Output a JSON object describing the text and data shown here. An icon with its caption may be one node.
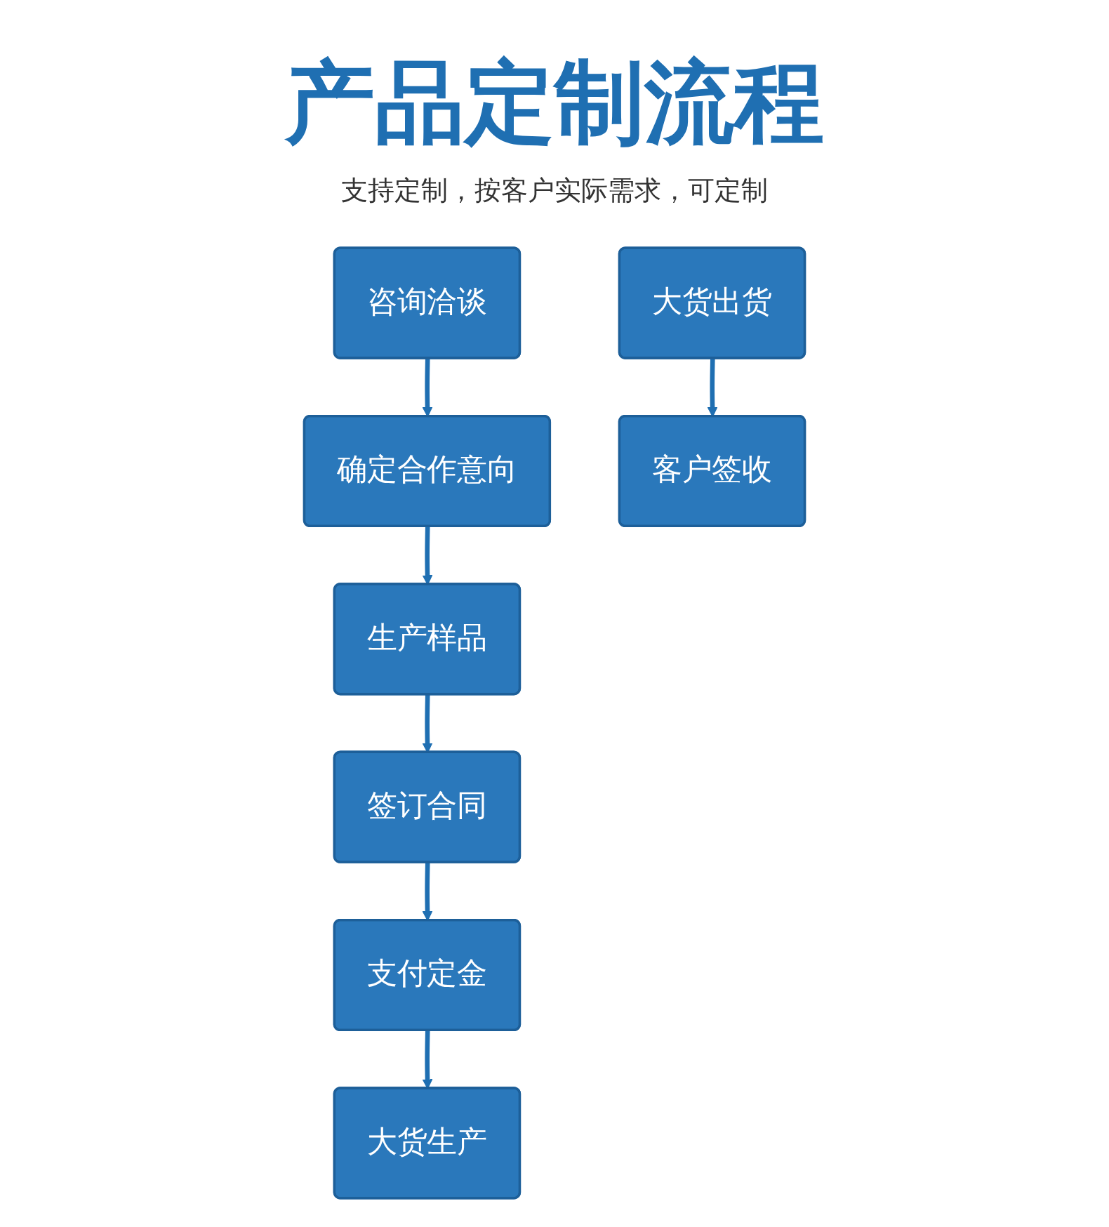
{
  "diagram": {
    "title": "产品定制流程",
    "caption": "支持定制，按客户实际需求，可定制",
    "nodes": [
      {
        "text": [
          "咨询洽谈"
        ]
      },
      {
        "text": [
          "确定合作意向"
        ]
      },
      {
        "text": [
          "生产样品"
        ]
      },
      {
        "text": [
          "签订合同"
        ]
      },
      {
        "text": [
          "支付定金"
        ]
      },
      {
        "text": [
          "大货生产"
        ]
      },
      {
        "text": [
          "大货出货"
        ]
      },
      {
        "text": [
          "客户签收"
        ]
      }
    ],
    "edges": [
      {
        "from": 0,
        "to": 1,
        "arrow": "to"
      },
      {
        "from": 1,
        "to": 2,
        "arrow": "to"
      },
      {
        "from": 2,
        "to": 3,
        "arrow": "to"
      },
      {
        "from": 3,
        "to": 4,
        "arrow": "to"
      },
      {
        "from": 4,
        "to": 5,
        "arrow": "to"
      },
      {
        "from": 6,
        "to": 7,
        "arrow": "to"
      }
    ]
  }
}
